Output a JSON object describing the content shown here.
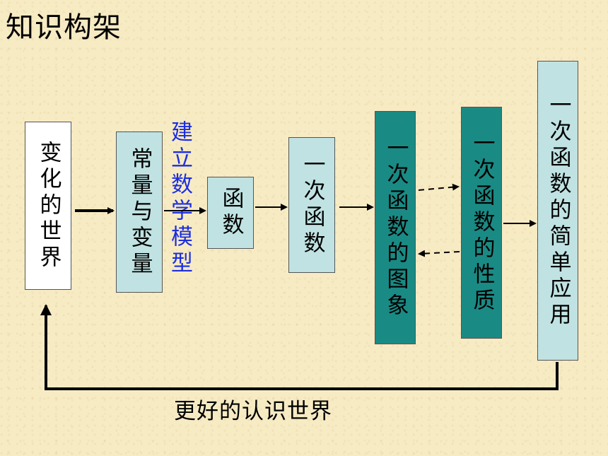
{
  "title": "知识构架",
  "nodes": {
    "changing_world": "变化的世界",
    "const_var": "常量与变量",
    "model_label": "建立数学模型",
    "function": "函数",
    "linear_function": "一次函数",
    "linear_graph": "一次函数的图象",
    "linear_property": "一次函数的性质",
    "linear_application": "一次函数的简单应用"
  },
  "loop_caption": "更好的认识世界",
  "colors": {
    "background": "#f7ebc4",
    "white_box": "#ffffff",
    "light_box": "#c0e2e2",
    "teal_box": "#1a8a84",
    "model_label": "#1c2ee0"
  }
}
